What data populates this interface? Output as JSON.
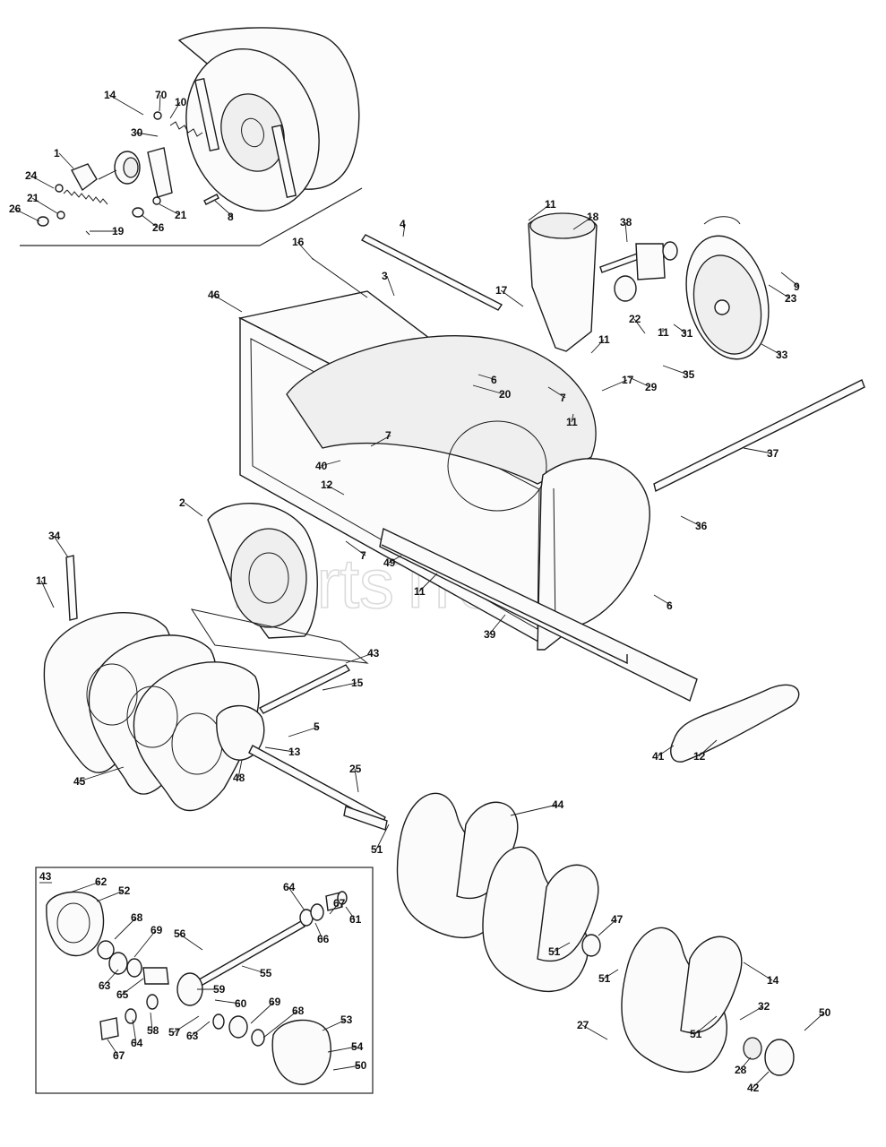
{
  "diagram": {
    "watermark": "PartsTree",
    "watermark_tm": "™",
    "inset_bottom_title": "43"
  },
  "callouts": [
    {
      "id": "c14a",
      "text": "14"
    },
    {
      "id": "c70",
      "text": "70"
    },
    {
      "id": "c10",
      "text": "10"
    },
    {
      "id": "c30",
      "text": "30"
    },
    {
      "id": "c1",
      "text": "1"
    },
    {
      "id": "c24",
      "text": "24"
    },
    {
      "id": "c21a",
      "text": "21"
    },
    {
      "id": "c26a",
      "text": "26"
    },
    {
      "id": "c19",
      "text": "19"
    },
    {
      "id": "c21b",
      "text": "21"
    },
    {
      "id": "c26b",
      "text": "26"
    },
    {
      "id": "c8",
      "text": "8"
    },
    {
      "id": "c4",
      "text": "4"
    },
    {
      "id": "c16",
      "text": "16"
    },
    {
      "id": "c3",
      "text": "3"
    },
    {
      "id": "c46",
      "text": "46"
    },
    {
      "id": "c11a",
      "text": "11"
    },
    {
      "id": "c18",
      "text": "18"
    },
    {
      "id": "c38",
      "text": "38"
    },
    {
      "id": "c17a",
      "text": "17"
    },
    {
      "id": "c9",
      "text": "9"
    },
    {
      "id": "c23",
      "text": "23"
    },
    {
      "id": "c22",
      "text": "22"
    },
    {
      "id": "c11b",
      "text": "11"
    },
    {
      "id": "c31",
      "text": "31"
    },
    {
      "id": "c33",
      "text": "33"
    },
    {
      "id": "c11c",
      "text": "11"
    },
    {
      "id": "c35",
      "text": "35"
    },
    {
      "id": "c29",
      "text": "29"
    },
    {
      "id": "c6a",
      "text": "6"
    },
    {
      "id": "c20",
      "text": "20"
    },
    {
      "id": "c7a",
      "text": "7"
    },
    {
      "id": "c17b",
      "text": "17"
    },
    {
      "id": "c11d",
      "text": "11"
    },
    {
      "id": "c7b",
      "text": "7"
    },
    {
      "id": "c37",
      "text": "37"
    },
    {
      "id": "c40",
      "text": "40"
    },
    {
      "id": "c12a",
      "text": "12"
    },
    {
      "id": "c2",
      "text": "2"
    },
    {
      "id": "c36",
      "text": "36"
    },
    {
      "id": "c7c",
      "text": "7"
    },
    {
      "id": "c49",
      "text": "49"
    },
    {
      "id": "c34",
      "text": "34"
    },
    {
      "id": "c11e",
      "text": "11"
    },
    {
      "id": "c11f",
      "text": "11"
    },
    {
      "id": "c6b",
      "text": "6"
    },
    {
      "id": "c39",
      "text": "39"
    },
    {
      "id": "c43a",
      "text": "43"
    },
    {
      "id": "c15",
      "text": "15"
    },
    {
      "id": "c5",
      "text": "5"
    },
    {
      "id": "c13",
      "text": "13"
    },
    {
      "id": "c41",
      "text": "41"
    },
    {
      "id": "c12b",
      "text": "12"
    },
    {
      "id": "c45",
      "text": "45"
    },
    {
      "id": "c48",
      "text": "48"
    },
    {
      "id": "c25",
      "text": "25"
    },
    {
      "id": "c51a",
      "text": "51"
    },
    {
      "id": "c44",
      "text": "44"
    },
    {
      "id": "c47",
      "text": "47"
    },
    {
      "id": "c51b",
      "text": "51"
    },
    {
      "id": "c51c",
      "text": "51"
    },
    {
      "id": "c14b",
      "text": "14"
    },
    {
      "id": "c32",
      "text": "32"
    },
    {
      "id": "c27",
      "text": "27"
    },
    {
      "id": "c51d",
      "text": "51"
    },
    {
      "id": "c50a",
      "text": "50"
    },
    {
      "id": "c28",
      "text": "28"
    },
    {
      "id": "c42",
      "text": "42"
    },
    {
      "id": "c62",
      "text": "62"
    },
    {
      "id": "c52",
      "text": "52"
    },
    {
      "id": "c64a",
      "text": "64"
    },
    {
      "id": "c68a",
      "text": "68"
    },
    {
      "id": "c69a",
      "text": "69"
    },
    {
      "id": "c56",
      "text": "56"
    },
    {
      "id": "c67a",
      "text": "67"
    },
    {
      "id": "c61",
      "text": "61"
    },
    {
      "id": "c66",
      "text": "66"
    },
    {
      "id": "c63a",
      "text": "63"
    },
    {
      "id": "c55",
      "text": "55"
    },
    {
      "id": "c65",
      "text": "65"
    },
    {
      "id": "c59",
      "text": "59"
    },
    {
      "id": "c60",
      "text": "60"
    },
    {
      "id": "c69b",
      "text": "69"
    },
    {
      "id": "c68b",
      "text": "68"
    },
    {
      "id": "c53",
      "text": "53"
    },
    {
      "id": "c57",
      "text": "57"
    },
    {
      "id": "c63b",
      "text": "63"
    },
    {
      "id": "c58",
      "text": "58"
    },
    {
      "id": "c64b",
      "text": "64"
    },
    {
      "id": "c54",
      "text": "54"
    },
    {
      "id": "c67b",
      "text": "67"
    },
    {
      "id": "c50b",
      "text": "50"
    }
  ]
}
